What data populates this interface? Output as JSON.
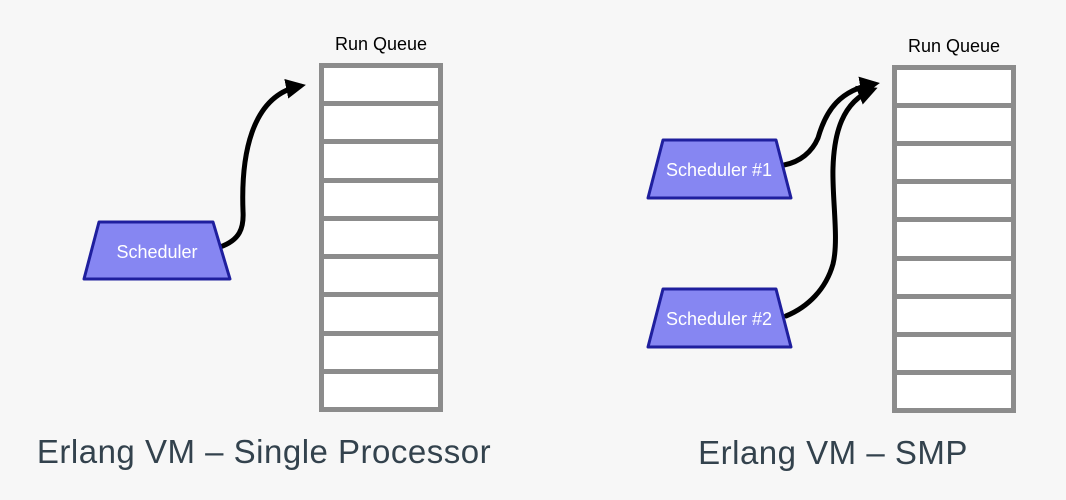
{
  "colors": {
    "background": "#f7f7f7",
    "scheduler_fill": "#8686f2",
    "scheduler_border": "#1f1f9e",
    "scheduler_text": "#ffffff",
    "queue_border": "#8c8c8c",
    "queue_cell_fill": "#ffffff",
    "arrow": "#000000",
    "caption_text": "#33424d",
    "queue_label_text": "#000000"
  },
  "diagrams": [
    {
      "caption": "Erlang VM – Single Processor",
      "queue_label": "Run Queue",
      "queue_cells": 9,
      "schedulers": [
        {
          "label": "Scheduler"
        }
      ]
    },
    {
      "caption": "Erlang VM – SMP",
      "queue_label": "Run Queue",
      "queue_cells": 9,
      "schedulers": [
        {
          "label": "Scheduler #1"
        },
        {
          "label": "Scheduler #2"
        }
      ]
    }
  ]
}
